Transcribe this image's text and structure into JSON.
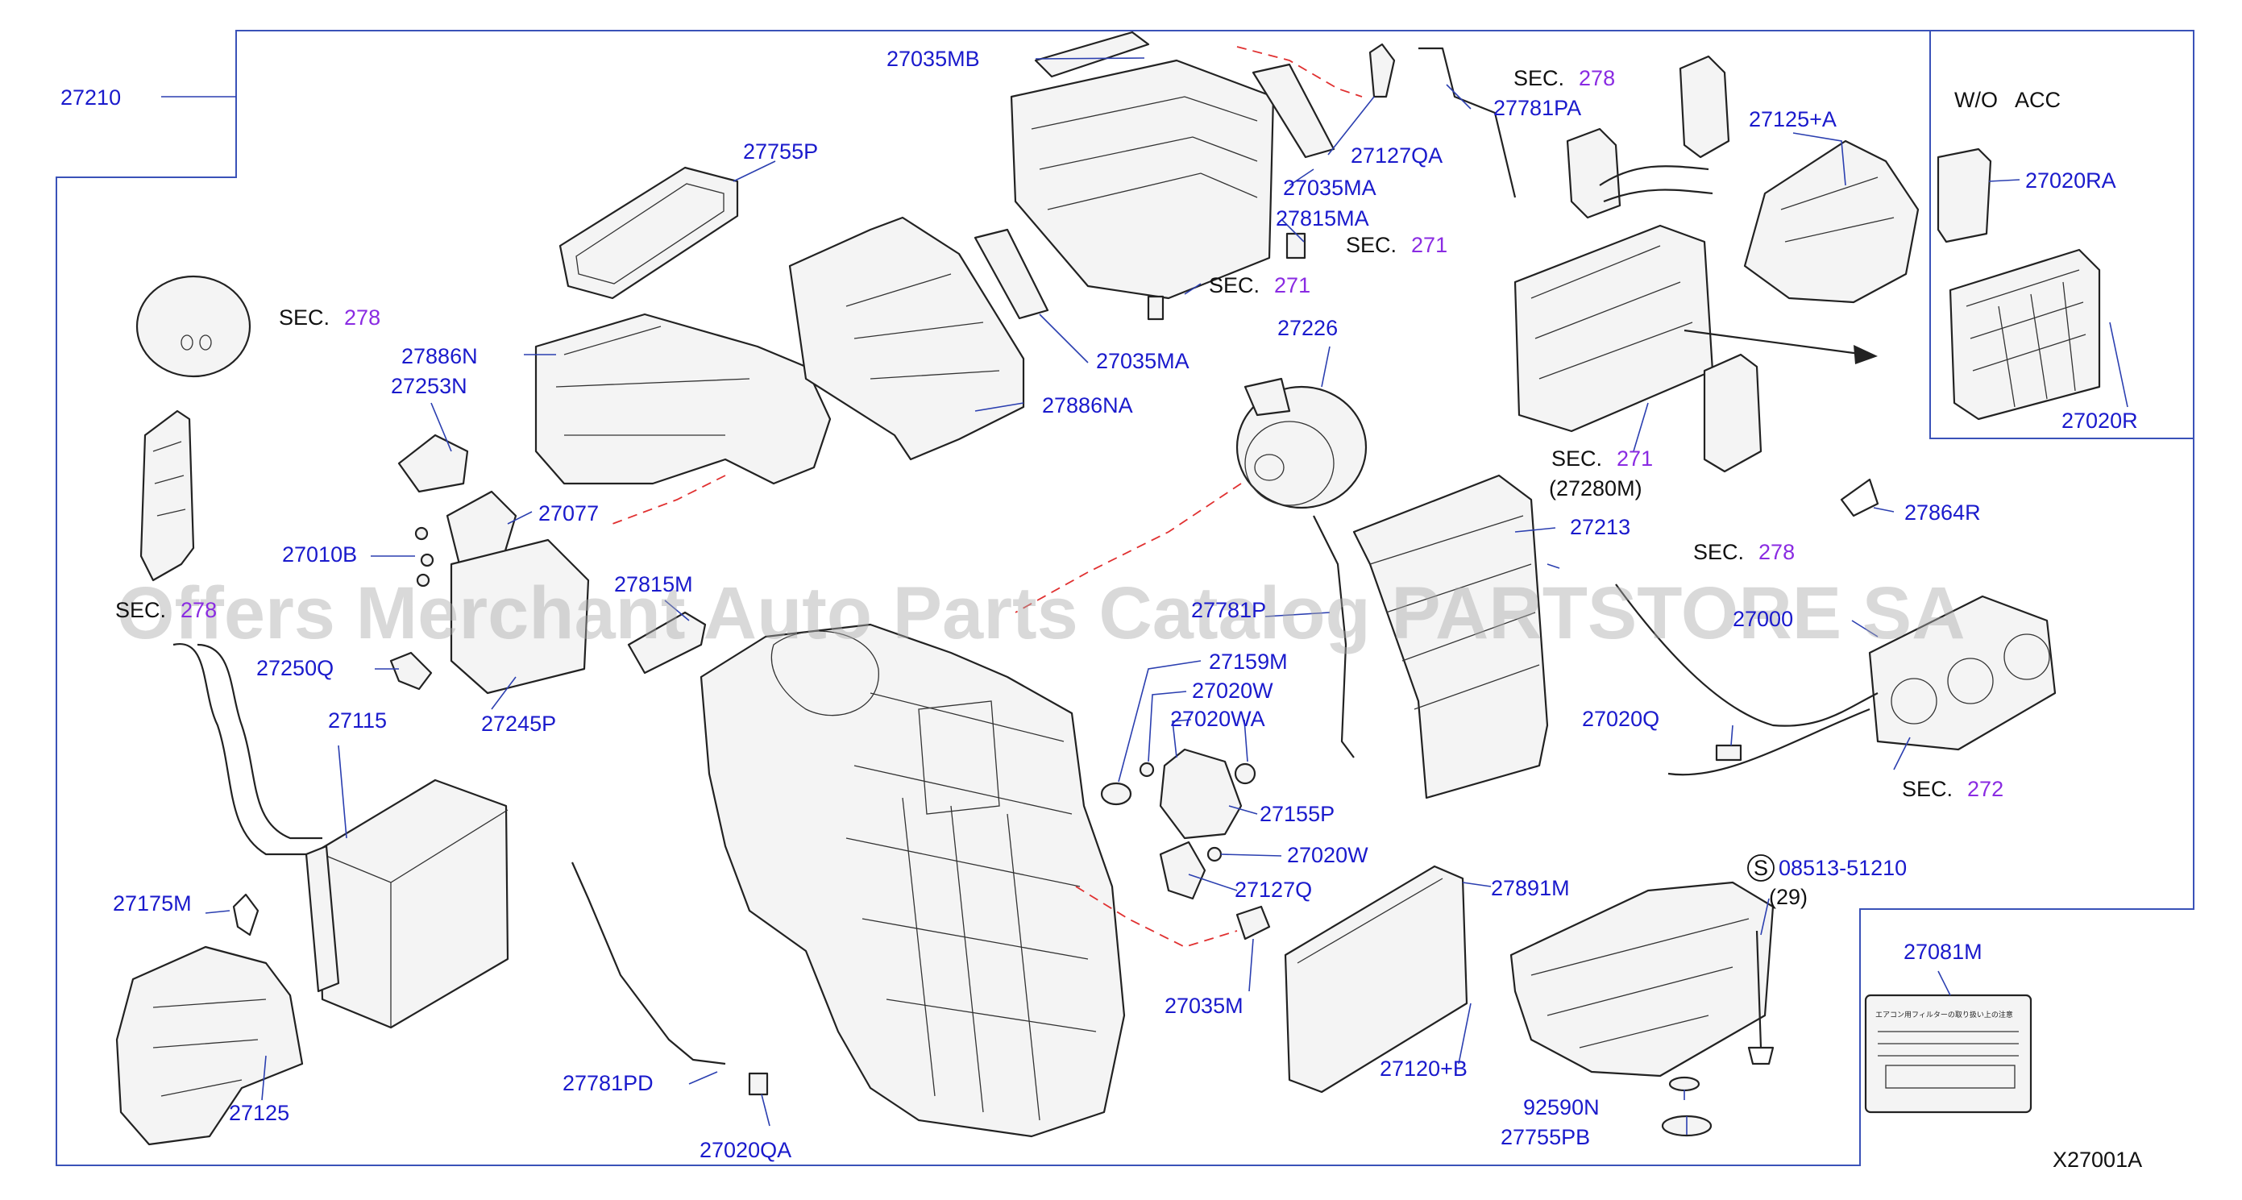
{
  "diagram_id": "X27001A",
  "watermark": "Offers Merchant Auto Parts Catalog PARTSTORE SA",
  "inset_title": "W/O   ACC",
  "labels": {
    "p27210": "27210",
    "p27035MB": "27035MB",
    "p27781PA": "27781PA",
    "p27127QA": "27127QA",
    "p27125A": "27125+A",
    "p27755P": "27755P",
    "p27035MA_top": "27035MA",
    "p27815MA": "27815MA",
    "p27035MA_low": "27035MA",
    "p27886N": "27886N",
    "p27253N": "27253N",
    "p27886NA": "27886NA",
    "p27226": "27226",
    "p27077": "27077",
    "p27010B": "27010B",
    "p27815M": "27815M",
    "p27250Q": "27250Q",
    "p27245P": "27245P",
    "p27115": "27115",
    "p27781P": "27781P",
    "p27213": "27213",
    "p27280M": "(27280M)",
    "p27020RA": "27020RA",
    "p27020R": "27020R",
    "p27864R": "27864R",
    "p27000": "27000",
    "p27159M": "27159M",
    "p27020W_top": "27020W",
    "p27020WA": "27020WA",
    "p27155P": "27155P",
    "p27020W_low": "27020W",
    "p27127Q": "27127Q",
    "p27035M": "27035M",
    "p27020Q": "27020Q",
    "p27891M": "27891M",
    "p08513": "08513-51210",
    "p29": "(29)",
    "p27081M": "27081M",
    "p27175M": "27175M",
    "p27125": "27125",
    "p27781PD": "27781PD",
    "p27020QA": "27020QA",
    "p27120B": "27120+B",
    "p92590N": "92590N",
    "p27755PB": "27755PB"
  },
  "sections": {
    "s278_a": {
      "word": "SEC.",
      "num": "278"
    },
    "s278_b": {
      "word": "SEC.",
      "num": "278"
    },
    "s278_c": {
      "word": "SEC.",
      "num": "278"
    },
    "s278_d": {
      "word": "SEC.",
      "num": "278"
    },
    "s271_a": {
      "word": "SEC.",
      "num": "271"
    },
    "s271_b": {
      "word": "SEC.",
      "num": "271"
    },
    "s271_c": {
      "word": "SEC.",
      "num": "271"
    },
    "s272": {
      "word": "SEC.",
      "num": "272"
    }
  },
  "symbols": {
    "s_circle": "S"
  },
  "label_sticker": {
    "text": "エアコン用フィルターの取り扱い上の注意"
  },
  "colors": {
    "label": "#1a1acc",
    "section_number": "#8a2be2",
    "frame": "#3a52b8",
    "dashed_leader": "#e03030"
  }
}
